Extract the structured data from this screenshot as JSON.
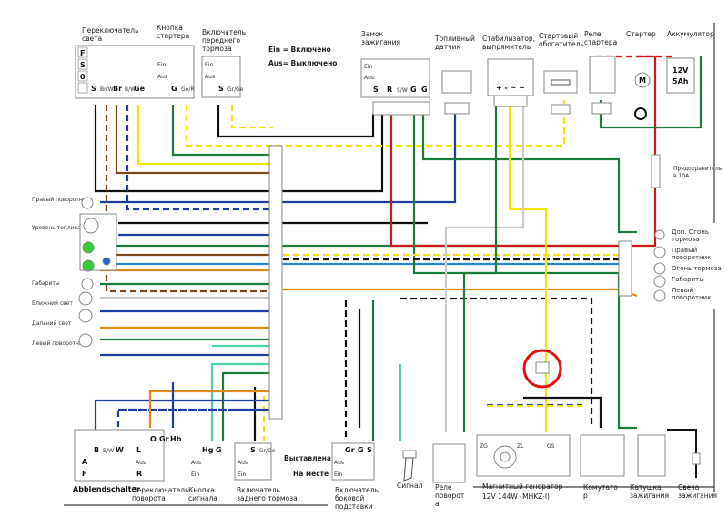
{
  "legend": {
    "ein": "Ein = Включено",
    "aus": "Aus= Выключено"
  },
  "top": {
    "light_switch": {
      "title1": "Переключатель",
      "title2": "света",
      "rows": [
        "F",
        "S",
        "0"
      ],
      "pins": [
        "S",
        "Br/W",
        "Br",
        "B/W",
        "Ge"
      ]
    },
    "starter_button": {
      "title1": "Кнопка",
      "title2": "стартера",
      "rows": [
        "Ein",
        "Aus"
      ],
      "pins": [
        "G",
        "Ge/R"
      ]
    },
    "front_brake": {
      "title1": "Включатель",
      "title2": "переднего",
      "title3": "тормоза",
      "rows": [
        "Ein",
        "Aus"
      ],
      "pins": [
        "S",
        "Gr/Ge"
      ]
    },
    "ignition": {
      "title1": "Замок",
      "title2": "зажигания",
      "rows": [
        "Ein",
        "Aus"
      ],
      "pins": [
        "S",
        "R",
        "S/W",
        "G",
        "G"
      ]
    },
    "fuel_sensor": {
      "title1": "Топливный",
      "title2": "датчик"
    },
    "stabilizer": {
      "title1": "Стабилизатор,",
      "title2": "выпрямитель",
      "terminals": "+ - ~ ~"
    },
    "enricher": {
      "title1": "Стартовый",
      "title2": "обогатитель"
    },
    "relay": {
      "title1": "Реле",
      "title2": "стартера"
    },
    "starter": {
      "title1": "Стартер",
      "motor": "M"
    },
    "battery": {
      "title1": "Аккумулятор",
      "v": "12V",
      "ah": "5Ah"
    },
    "fuse": {
      "title1": "Предохранитель",
      "title2": "в 10A"
    }
  },
  "left_lamps": [
    "Правый поворотник",
    "Уровень топлива",
    "Габариты",
    "Ближний свет",
    "Дальний свет",
    "Левый поворотник"
  ],
  "right_lamps": [
    "Доп. Огонь тормоза",
    "Правый поворотник",
    "Огонь тормоза",
    "Габариты",
    "Левый поворотник"
  ],
  "bottom": {
    "dimmer": {
      "title": "Abblendschalter",
      "rows": [
        "A",
        "F"
      ],
      "pins": [
        "B",
        "B/W",
        "W"
      ]
    },
    "turn_switch": {
      "title1": "Переключатель",
      "title2": "поворота",
      "rows": [
        "L",
        "Aus",
        "R"
      ],
      "pins": [
        "O",
        "Gr",
        "Hb"
      ]
    },
    "horn_button": {
      "title1": "Кнопка",
      "title2": "сигнала",
      "rows": [
        "Aus",
        "Ein"
      ],
      "pins": [
        "Hg",
        "G"
      ]
    },
    "rear_brake": {
      "title1": "Включатель",
      "title2": "заднего тормоза",
      "rows": [
        "Aus",
        "Ein"
      ],
      "pins": [
        "S",
        "Gr/Ge"
      ]
    },
    "side_stand": {
      "title1": "Включатель",
      "title2": "боковой",
      "title3": "подставки",
      "rows": [
        "Aus",
        "Ein"
      ],
      "pins": [
        "Gr",
        "G",
        "S"
      ],
      "state1": "Выставлена",
      "state2": "На месте"
    },
    "horn": {
      "title": "Сигнал"
    },
    "turn_relay": {
      "title1": "Реле",
      "title2": "поворот",
      "title3": "а"
    },
    "generator": {
      "title1": "Магнитный генератор",
      "title2": "12V 144W (MHKZ-I)",
      "coils": [
        "ZG",
        "ZL",
        "GS"
      ]
    },
    "cdi": {
      "title1": "Комутато",
      "title2": "р"
    },
    "coil": {
      "title1": "Катушка",
      "title2": "зажигания"
    },
    "plug": {
      "title1": "Свеча",
      "title2": "зажигания"
    }
  },
  "colors": {
    "black": "#111111",
    "red": "#cc1a1a",
    "yellow": "#f5e600",
    "green": "#1e7a3a",
    "blue": "#1f3fa0",
    "brown": "#7a4a1e",
    "orange": "#e08a1e",
    "lightblue": "#2a86d0",
    "lightgreen": "#4fd0a0",
    "highlight": "#e01010"
  }
}
